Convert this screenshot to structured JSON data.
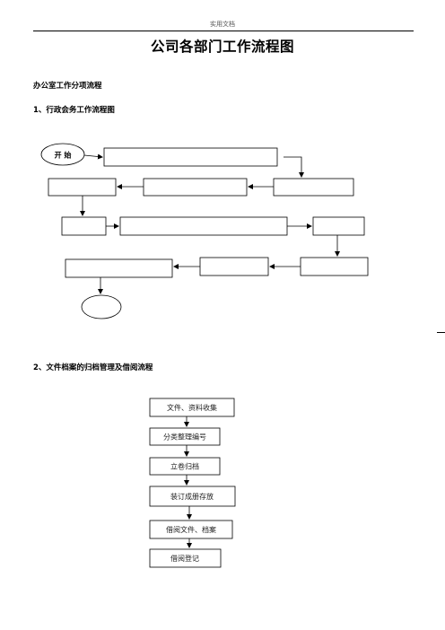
{
  "page": {
    "header": "实用文档",
    "title": "公司各部门工作流程图"
  },
  "sections": {
    "office": "办公室工作分项流程",
    "admin": "1、行政会务工作流程图",
    "archive": "2、文件档案的归档管理及借阅流程"
  },
  "flow1": {
    "start_label": "开 始"
  },
  "flow2": {
    "steps": [
      "文件、资料收集",
      "分类整理编号",
      "立卷归档",
      "装订成册存放",
      "借阅文件、档案",
      "借阅登记"
    ]
  }
}
